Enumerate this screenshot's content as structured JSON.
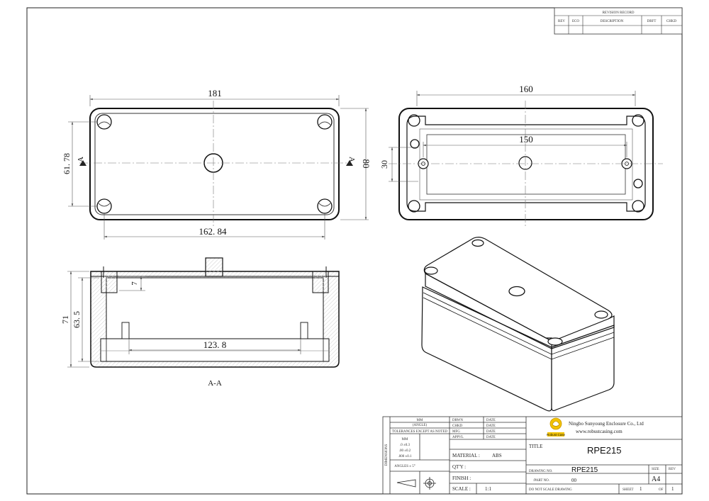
{
  "revision": {
    "title": "REVISION RECORD",
    "headers": [
      "REV",
      "ECO",
      "DESCRIPTION",
      "DRFT",
      "CHKD"
    ]
  },
  "dimensions": {
    "top_width": "181",
    "top_hole_spacing": "162. 84",
    "top_height": "80",
    "top_hole_vspacing": "61. 78",
    "section_marker": "A",
    "inner_width": "160",
    "inner_hole_spacing": "150",
    "inner_height": "30",
    "side_height": "71",
    "side_inner_height": "63. 5",
    "side_wall": "7",
    "side_inner_width": "123. 8",
    "section_label": "A-A"
  },
  "title_block": {
    "units_label": "MM",
    "units_sub": "(ANGLE)",
    "tolerance_header": "TOLERANCES EXCEPT AS NOTED",
    "tol_unit": "MM",
    "tol_rows": [
      ".0 ±0.3",
      ".00 ±0.2",
      ".000 ±0.1"
    ],
    "angles": "ANGLES ± 5°",
    "side_label": "DIMENSIONS",
    "sign_rows": [
      {
        "role": "DRWN",
        "date": "DATE"
      },
      {
        "role": "CHKD",
        "date": "DATE"
      },
      {
        "role": "MFG",
        "date": "DATE"
      },
      {
        "role": "APPVL",
        "date": "DATE"
      }
    ],
    "material_label": "MATERIAL :",
    "material_value": "ABS",
    "qty_label": "QT'Y :",
    "finish_label": "FINISH :",
    "scale_label": "SCALE :",
    "scale_value": "1:1",
    "company": "Ningbo Sunyoung Enclosure Co., Ltd",
    "website": "www.robustcasing.com",
    "logo_text": "Robust Case",
    "title_label": "TITLE",
    "title_value": "RPE215",
    "drawing_no_label": "DRAWING NO.",
    "drawing_no_value": "RPE215",
    "part_label": "/PART NO.",
    "part_value": "00",
    "size_label": "SIZE",
    "size_value": "A4",
    "rev_label": "REV",
    "dnsd": "DO NOT SCALE DRAWING",
    "sheet_label": "SHEET",
    "sheet_value": "1",
    "of_label": "OF",
    "of_value": "1"
  }
}
